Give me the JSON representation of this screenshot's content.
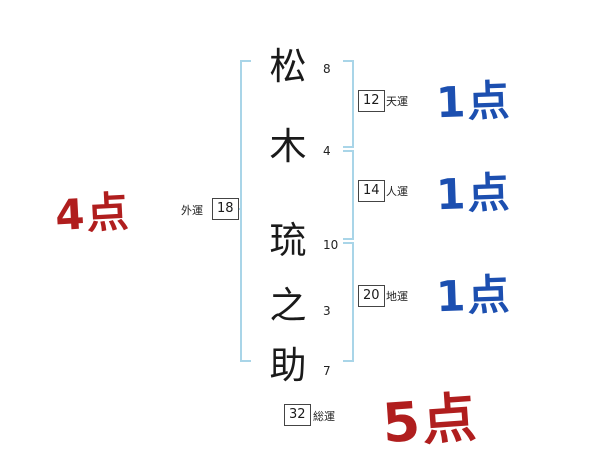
{
  "name": {
    "chars": [
      {
        "char": "松",
        "strokes": "8"
      },
      {
        "char": "木",
        "strokes": "4"
      },
      {
        "char": "琉",
        "strokes": "10"
      },
      {
        "char": "之",
        "strokes": "3"
      },
      {
        "char": "助",
        "strokes": "7"
      }
    ]
  },
  "fortunes": {
    "ten": {
      "label": "天運",
      "value": "12",
      "score": "1点"
    },
    "jin": {
      "label": "人運",
      "value": "14",
      "score": "1点"
    },
    "chi": {
      "label": "地運",
      "value": "20",
      "score": "1点"
    },
    "gai": {
      "label": "外運",
      "value": "18",
      "score": "4点"
    },
    "sou": {
      "label": "総運",
      "value": "32",
      "score": "5点"
    }
  },
  "colors": {
    "bracket": "#a9d5e8",
    "score_red": "#b01e1e",
    "score_blue": "#1c4fb0"
  }
}
